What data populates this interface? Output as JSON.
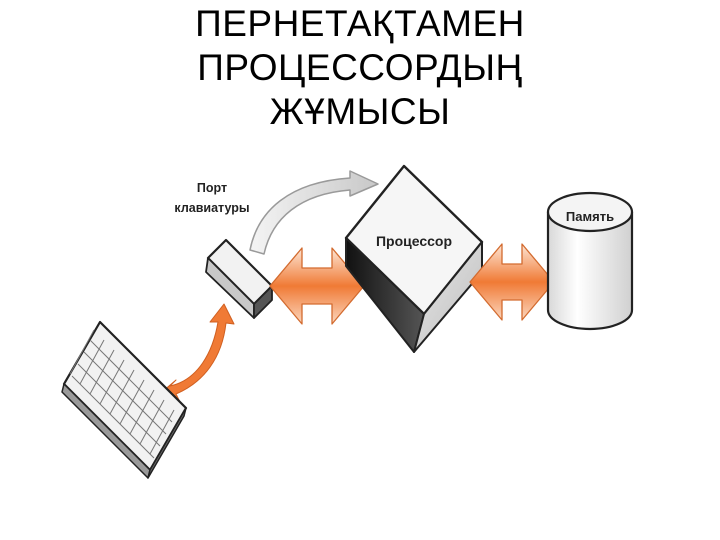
{
  "slide": {
    "title_lines": [
      "ПЕРНЕТАҚТАМЕН",
      "ПРОЦЕССОРДЫҢ",
      "ЖҰМЫСЫ"
    ]
  },
  "diagram": {
    "port_label_lines": [
      "Порт",
      "клавиатуры"
    ],
    "processor_label": "Процессор",
    "memory_label": "Память",
    "colors": {
      "arrow_orange": "#f07a35",
      "arrow_orange_light": "#fde2cf",
      "arrow_gray": "#c8c8c8",
      "box_face": "#f2f2f2",
      "box_edge": "#222222"
    },
    "icons": [
      "keyboard-icon",
      "keyboard-port-icon",
      "processor-icon",
      "memory-cylinder-icon"
    ]
  }
}
